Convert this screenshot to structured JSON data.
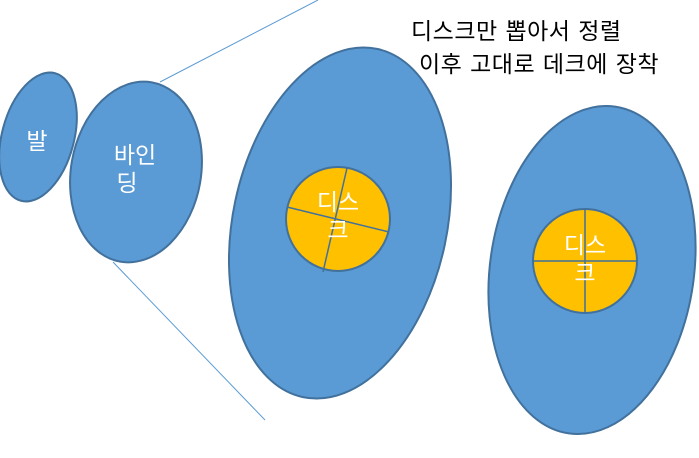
{
  "caption": {
    "line1": "디스크만 뽑아서 정렬",
    "line2": "이후 고대로 데크에 장착"
  },
  "shapes": {
    "foot_label": "발",
    "binding_label_line1": "바인",
    "binding_label_line2": "딩",
    "disc_left_line1": "디스",
    "disc_left_line2": "크",
    "disc_right_line1": "디스",
    "disc_right_line2": "크"
  },
  "colors": {
    "ellipse_fill": "#5b9bd5",
    "ellipse_stroke": "#41719c",
    "disc_fill": "#ffc000",
    "disc_stroke": "#41719c",
    "connector_line": "#5b9bd5",
    "label_on_blue": "#ffffff"
  }
}
